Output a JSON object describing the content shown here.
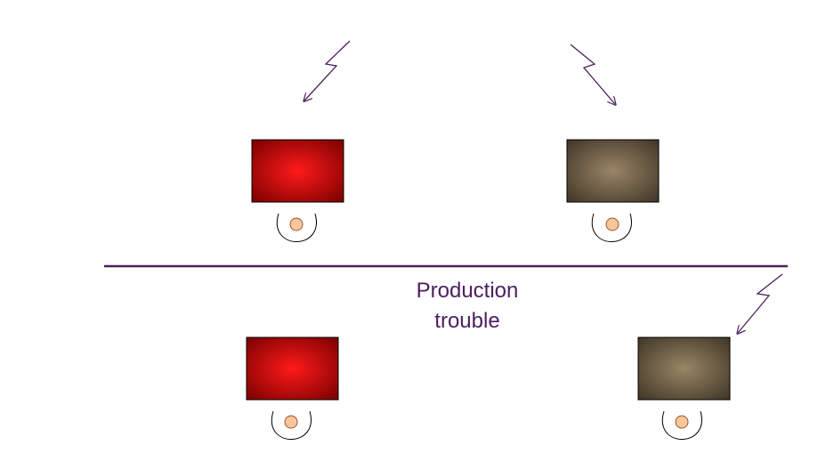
{
  "caption": {
    "line1": "Production",
    "line2": "trouble"
  },
  "colors": {
    "ink": "#4b1f5e",
    "red_center": "#ff1a1a",
    "red_edge": "#7a0000",
    "brown_center": "#9a8566",
    "brown_edge": "#3f3626",
    "person_fill": "#f6c79a",
    "person_stroke": "#a0522d"
  },
  "stations": [
    {
      "id": "top-left",
      "color": "red",
      "lightning": true
    },
    {
      "id": "top-right",
      "color": "brown",
      "lightning": true
    },
    {
      "id": "bottom-left",
      "color": "red",
      "lightning": false
    },
    {
      "id": "bottom-right",
      "color": "brown",
      "lightning": true
    }
  ]
}
